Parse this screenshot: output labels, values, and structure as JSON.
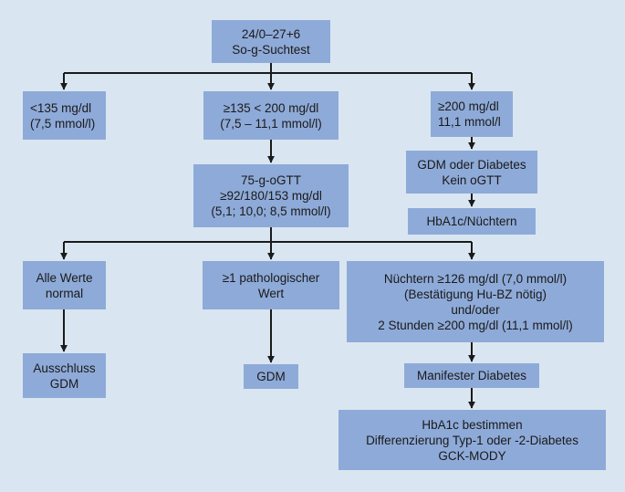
{
  "start": {
    "line1": "24/0–27+6",
    "line2": "So-g-Suchtest"
  },
  "low": {
    "line1": "<135 mg/dl",
    "line2": "(7,5 mmol/l)"
  },
  "mid": {
    "line1": "≥135 < 200 mg/dl",
    "line2": "(7,5 – 11,1 mmol/l)"
  },
  "high": {
    "line1": "≥200 mg/dl",
    "line2": "11,1 mmol/l"
  },
  "gdm_or_diabetes": {
    "line1": "GDM oder Diabetes",
    "line2": "Kein oGTT"
  },
  "hba1c_fasting": {
    "line1": "HbA1c/Nüchtern"
  },
  "ogtt": {
    "line1": "75-g-oGTT",
    "line2": "≥92/180/153 mg/dl",
    "line3": "(5,1; 10,0; 8,5 mmol/l)"
  },
  "all_normal": {
    "line1": "Alle Werte",
    "line2": "normal"
  },
  "pathological": {
    "line1": "≥1 pathologischer",
    "line2": "Wert"
  },
  "fasting_criteria": {
    "line1": "Nüchtern ≥126 mg/dl (7,0 mmol/l)",
    "line2": "(Bestätigung Hu-BZ nötig)",
    "line3": "und/oder",
    "line4": "2 Stunden ≥200 mg/dl (11,1 mmol/l)"
  },
  "exclusion": {
    "line1": "Ausschluss",
    "line2": "GDM"
  },
  "gdm": {
    "line1": "GDM"
  },
  "manifest_diabetes": {
    "line1": "Manifester Diabetes"
  },
  "hba1c_determine": {
    "line1": "HbA1c bestimmen",
    "line2": "Differenzierung Typ-1 oder -2-Diabetes",
    "line3": "GCK-MODY"
  },
  "colors": {
    "background": "#d9e6f1",
    "box": "#8eaad8",
    "line": "#1a1a1a"
  }
}
